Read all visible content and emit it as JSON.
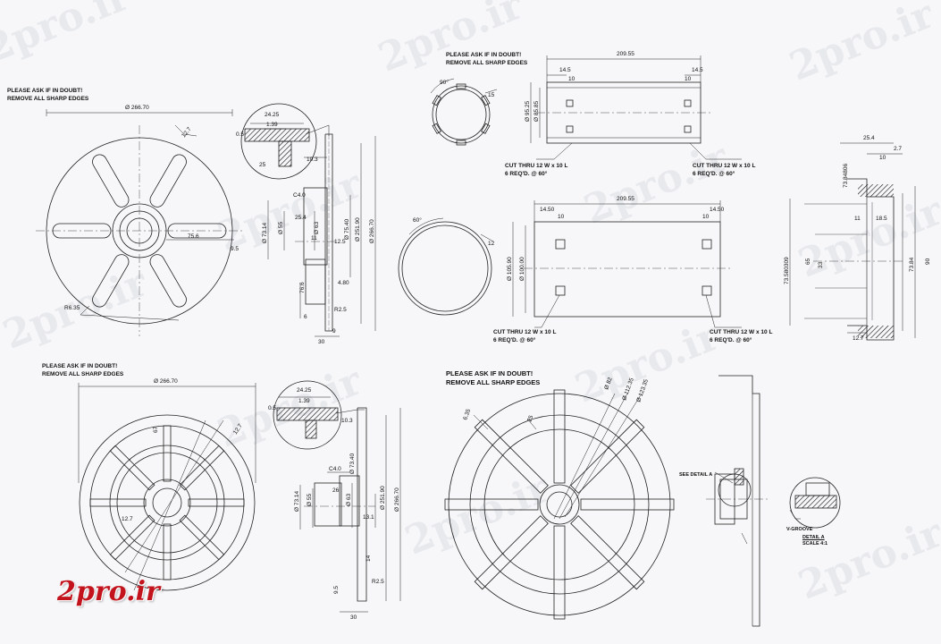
{
  "watermark": "2pro.ir",
  "brand_logo": "2pro.ir",
  "notes": {
    "a": [
      "PLEASE ASK IF IN DOUBT!",
      "REMOVE ALL SHARP EDGES"
    ],
    "b": [
      "PLEASE ASK IF IN DOUBT!",
      "REMOVE ALL SHARP EDGES"
    ],
    "c": [
      "PLEASE ASK IF IN DOUBT!",
      "REMOVE ALL SHARP EDGES"
    ],
    "d": [
      "PLEASE ASK IF IN DOUBT!",
      "REMOVE ALL SHARP EDGES"
    ]
  },
  "cut_notes": {
    "upper_left": [
      "CUT THRU 12 W x 10 L",
      "6 REQ'D. @ 60°"
    ],
    "upper_right": [
      "CUT THRU 12 W x 10 L",
      "6 REQ'D. @ 60°"
    ],
    "lower_left": [
      "CUT THRU 12 W x 10 L",
      "6 REQ'D. @ 60°"
    ],
    "lower_right": [
      "CUT THRU 12 W x 10 L",
      "6 REQ'D. @ 60°"
    ]
  },
  "detail": {
    "see_label": "SEE DETAIL A",
    "title": "DETAIL A",
    "scale": "SCALE 4:1",
    "groove": "V-GROOVE"
  },
  "dims": {
    "d1_dia": "Ø 266.70",
    "d1_127": "12.7",
    "d1_756": "75.6",
    "d1_95": "9.5",
    "d1_8635": "R6.35",
    "s1_2425": "24.25",
    "s1_139": "1.39",
    "s1_05": "0.5",
    "s1_25a": "25",
    "s1_103": "10.3",
    "s1_c40": "C4.0",
    "s1_254": "25.4",
    "s1_7314": "Ø 73.14",
    "s1_55": "Ø 55",
    "s1_63": "Ø 63",
    "s1_7540": "Ø 75.40",
    "s1_25190": "Ø 251.90",
    "s1_26670": "Ø 266.70",
    "s1_11": "11",
    "s1_125": "12.5",
    "s1_480": "4.80",
    "s1_766": "76.6",
    "s1_65": "6",
    "s1_625": "R2.5",
    "s1_30": "30",
    "s1_9": "9",
    "c1_90": "90°",
    "c1_15": "15",
    "c2_20385": "209.55",
    "c2_145a": "14.5",
    "c2_145b": "14.5",
    "c2_10a": "10",
    "c2_10b": "10",
    "c2_9525": "Ø 95.25",
    "c2_8585": "Ø 85.85",
    "c3_60": "60°",
    "c3_12": "12",
    "c4_20955": "209.55",
    "c4_1450a": "14.50",
    "c4_1450b": "14.50",
    "c4_10a": "10",
    "c4_10b": "10",
    "c4_10590": "Ø 105.90",
    "c4_10000": "Ø 100.00",
    "h_254": "25.4",
    "h_27": "2.7",
    "h_10": "10",
    "h_73": "73.84806",
    "h_11": "11",
    "h_185": "18.5",
    "h_33": "33",
    "h_65": "65",
    "h_7384": "73.84",
    "h_90": "90",
    "h_735": "73.580309",
    "h_127": "12.7",
    "d2_dia": "Ø 266.70",
    "d2_67": "67",
    "d2_127": "12.7",
    "d2_127b": "12.7",
    "s2_2425": "24.25",
    "s2_139": "1.39",
    "s2_05": "0.5",
    "s2_103": "10.3",
    "s2_c40": "C4.0",
    "s2_7340": "Ø 73.40",
    "s2_26": "26",
    "s2_7314": "Ø 73.14",
    "s2_55": "Ø 55",
    "s2_63": "Ø 63",
    "s2_131": "13.1",
    "s2_25190": "Ø 251.90",
    "s2_26670": "Ø 266.70",
    "s2_14": "14",
    "s2_95": "9.5",
    "s2_625": "R2.5",
    "s2_30": "30",
    "d3_635": "6.35",
    "d3_25": "25",
    "d3_82": "Ø 82",
    "d3_11235": "Ø 112.35",
    "d3_12335": "Ø 123.35"
  }
}
